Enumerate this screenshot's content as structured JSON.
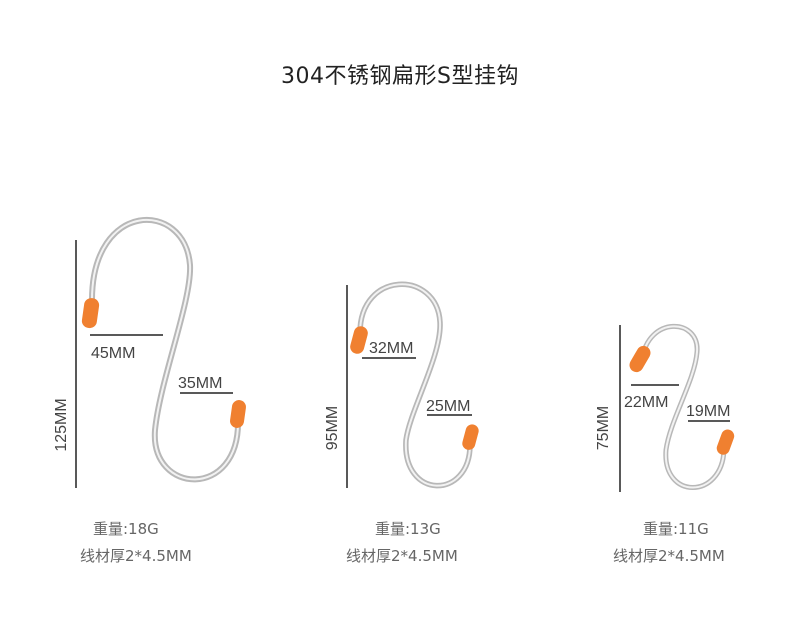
{
  "title": "304不锈钢扁形S型挂钩",
  "colors": {
    "steel": "#c9c9c9",
    "tip": "#f08030",
    "line": "#222222",
    "text": "#555555"
  },
  "hooks": [
    {
      "size": "large",
      "height_label": "125MM",
      "top_label": "45MM",
      "bottom_label": "35MM",
      "weight": "重量:18G",
      "wire": "线材厚2*4.5MM"
    },
    {
      "size": "medium",
      "height_label": "95MM",
      "top_label": "32MM",
      "bottom_label": "25MM",
      "weight": "重量:13G",
      "wire": "线材厚2*4.5MM"
    },
    {
      "size": "small",
      "height_label": "75MM",
      "top_label": "22MM",
      "bottom_label": "19MM",
      "weight": "重量:11G",
      "wire": "线材厚2*4.5MM"
    }
  ]
}
